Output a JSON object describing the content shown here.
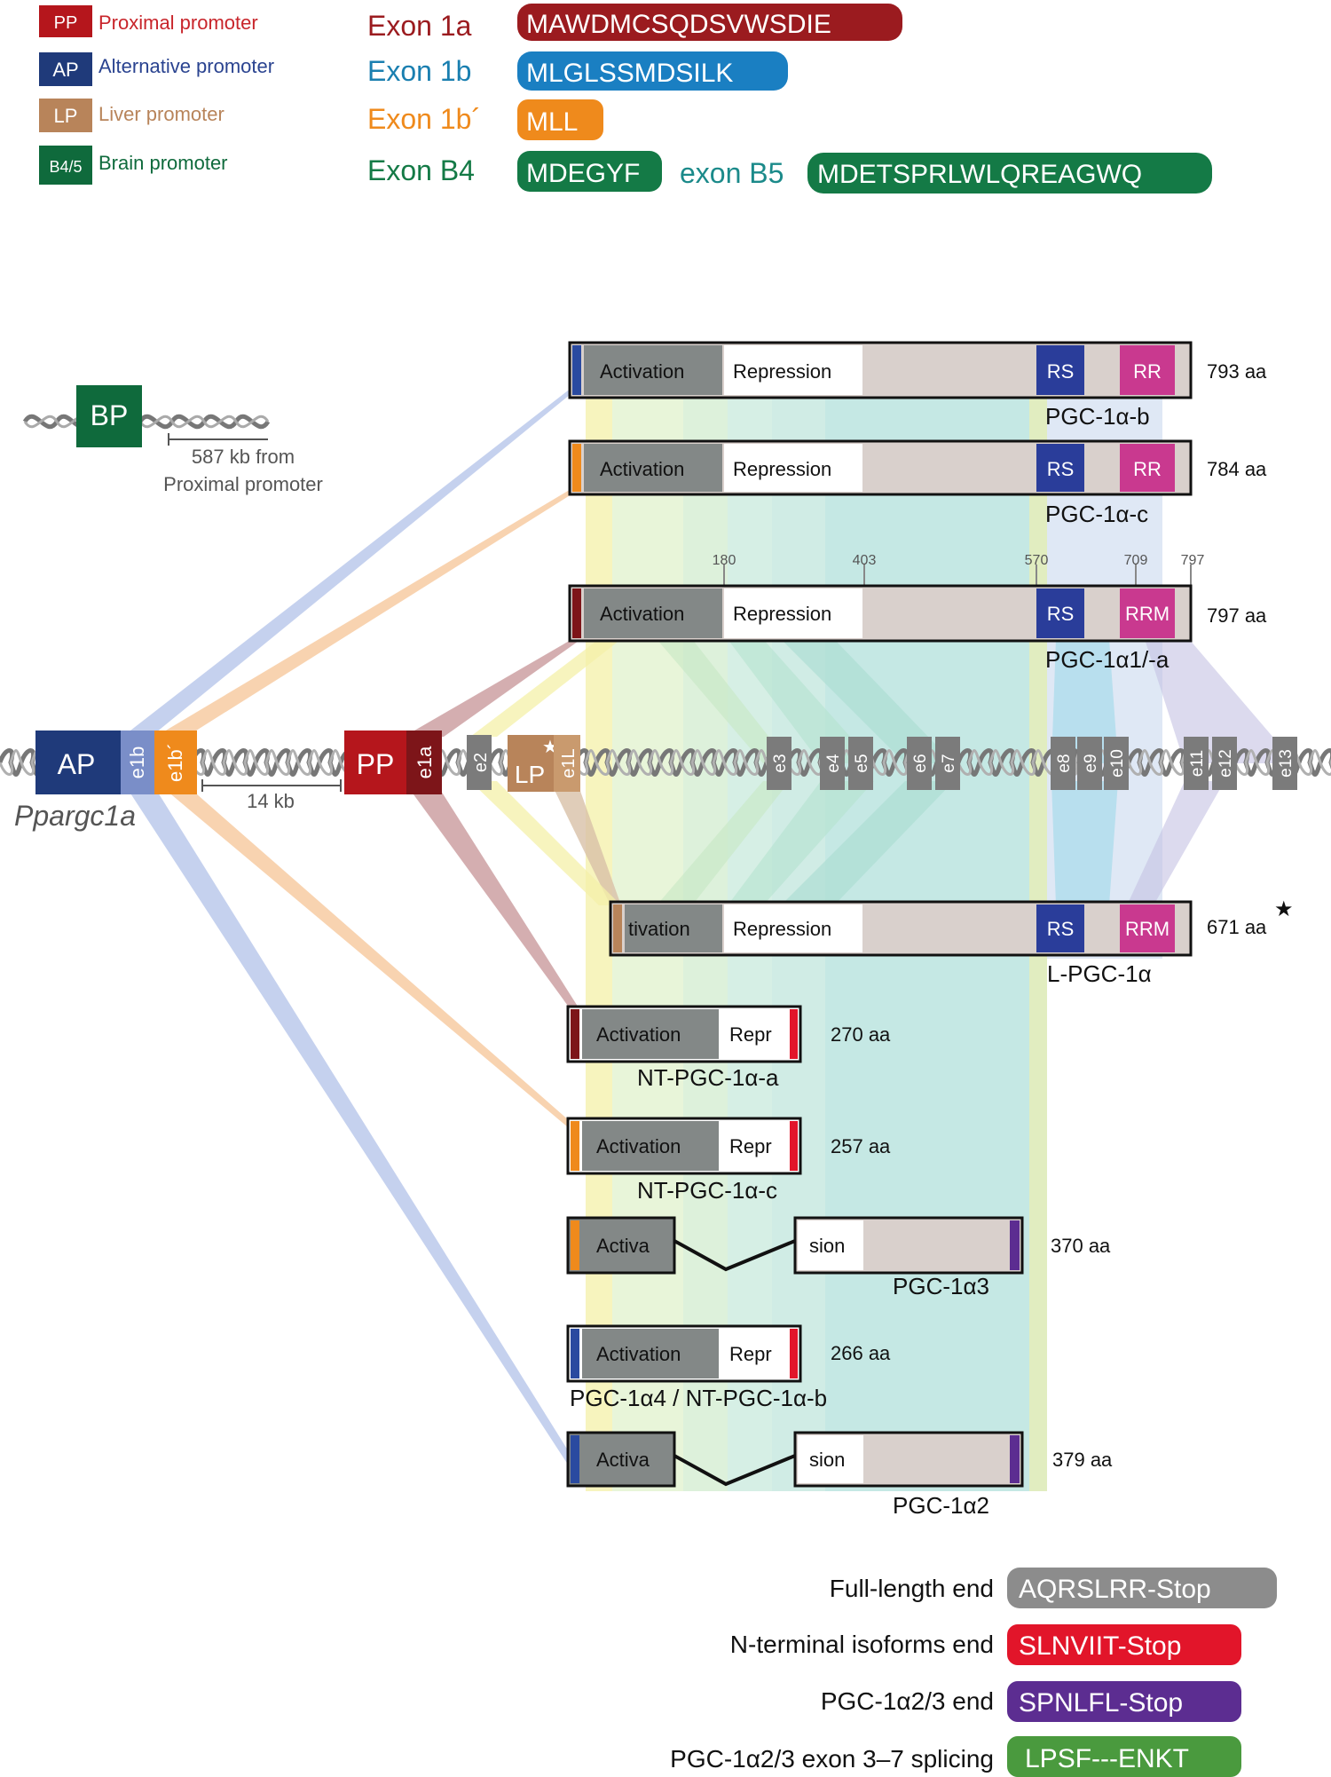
{
  "legend_promoters": [
    {
      "code": "PP",
      "label": "Proximal promoter",
      "color": "#b5161c",
      "text_color": "#c8252b"
    },
    {
      "code": "AP",
      "label": "Alternative promoter",
      "color": "#1f3a7a",
      "text_color": "#2a4390"
    },
    {
      "code": "LP",
      "label": "Liver promoter",
      "color": "#b8845a",
      "text_color": "#b8845a"
    },
    {
      "code": "B4/5",
      "label": "Brain promoter",
      "color": "#0f6a3c",
      "text_color": "#0f6a3c"
    }
  ],
  "exon_starts": [
    {
      "exon": "Exon 1a",
      "seq": "MAWDMCSQDSVWSDIE",
      "exon_color": "#9b1b1f",
      "pill_color": "#9b1b1f"
    },
    {
      "exon": "Exon 1b",
      "seq": "MLGLSSMDSILK",
      "exon_color": "#1a7fb0",
      "pill_color": "#1a7fc2"
    },
    {
      "exon": "Exon 1b´",
      "seq": "MLL",
      "exon_color": "#ef8a1c",
      "pill_color": "#ef8a1c"
    },
    {
      "exon": "Exon B4",
      "seq": "MDEGYF",
      "exon_color": "#147a46",
      "pill_color": "#147a46"
    },
    {
      "exon": "exon B5",
      "seq": "MDETSPRLWLQREAGWQ",
      "exon_color": "#1b8a8a",
      "pill_color": "#147a46"
    }
  ],
  "bp": {
    "label": "BP",
    "distance": "587 kb from",
    "distance2": "Proximal promoter"
  },
  "gene": {
    "name": "Ppargc1a",
    "gap_label": "14 kb"
  },
  "promoter_boxes": {
    "ap": "AP",
    "pp": "PP",
    "lp": "LP",
    "star": "★"
  },
  "exons": [
    "e1b",
    "e1b´",
    "e1a",
    "e2",
    "e1L",
    "e3",
    "e4",
    "e5",
    "e6",
    "e7",
    "e8",
    "e9",
    "e10",
    "e11",
    "e12",
    "e13"
  ],
  "domains": {
    "activation": "Activation",
    "repression": "Repression",
    "rs": "RS",
    "rr": "RR",
    "rrm": "RRM",
    "tivation": "tivation",
    "repr": "Repr",
    "activa": "Activa",
    "sion": "sion"
  },
  "scale_ticks": [
    "180",
    "403",
    "570",
    "709",
    "797"
  ],
  "isoforms": [
    {
      "name": "PGC-1α-b",
      "length": "793 aa"
    },
    {
      "name": "PGC-1α-c",
      "length": "784 aa"
    },
    {
      "name": "PGC-1α1/-a",
      "length": "797 aa"
    },
    {
      "name": "L-PGC-1α",
      "length": "671 aa",
      "star": "★"
    },
    {
      "name": "NT-PGC-1α-a",
      "length": "270 aa"
    },
    {
      "name": "NT-PGC-1α-c",
      "length": "257 aa"
    },
    {
      "name": "PGC-1α3",
      "length": "370 aa"
    },
    {
      "name": "PGC-1α4 / NT-PGC-1α-b",
      "length": "266 aa"
    },
    {
      "name": "PGC-1α2",
      "length": "379 aa"
    }
  ],
  "ends": [
    {
      "label": "Full-length end",
      "seq": "AQRSLRR-Stop",
      "color": "#8c8c8c"
    },
    {
      "label": "N-terminal isoforms end",
      "seq": "SLNVIIT-Stop",
      "color": "#e2152a"
    },
    {
      "label": "PGC-1α2/3 end",
      "seq": "SPNLFL-Stop",
      "color": "#5c2d91"
    },
    {
      "label": "PGC-1α2/3 exon 3–7 splicing",
      "seq": "LPSF---ENKT",
      "color": "#4a9a3e"
    }
  ],
  "colors": {
    "activation": "#838887",
    "repression_tail": "#d9d0cc",
    "rs": "#2a3d9a",
    "rr": "#c9398f",
    "exon_grey": "#7b7b7b",
    "teal_band": "#9fd8d2",
    "yellow_band": "#f4f0a8",
    "blue_band": "#b7c6ea",
    "orange_band": "#f6c89c",
    "red_band": "#c99a9c"
  }
}
